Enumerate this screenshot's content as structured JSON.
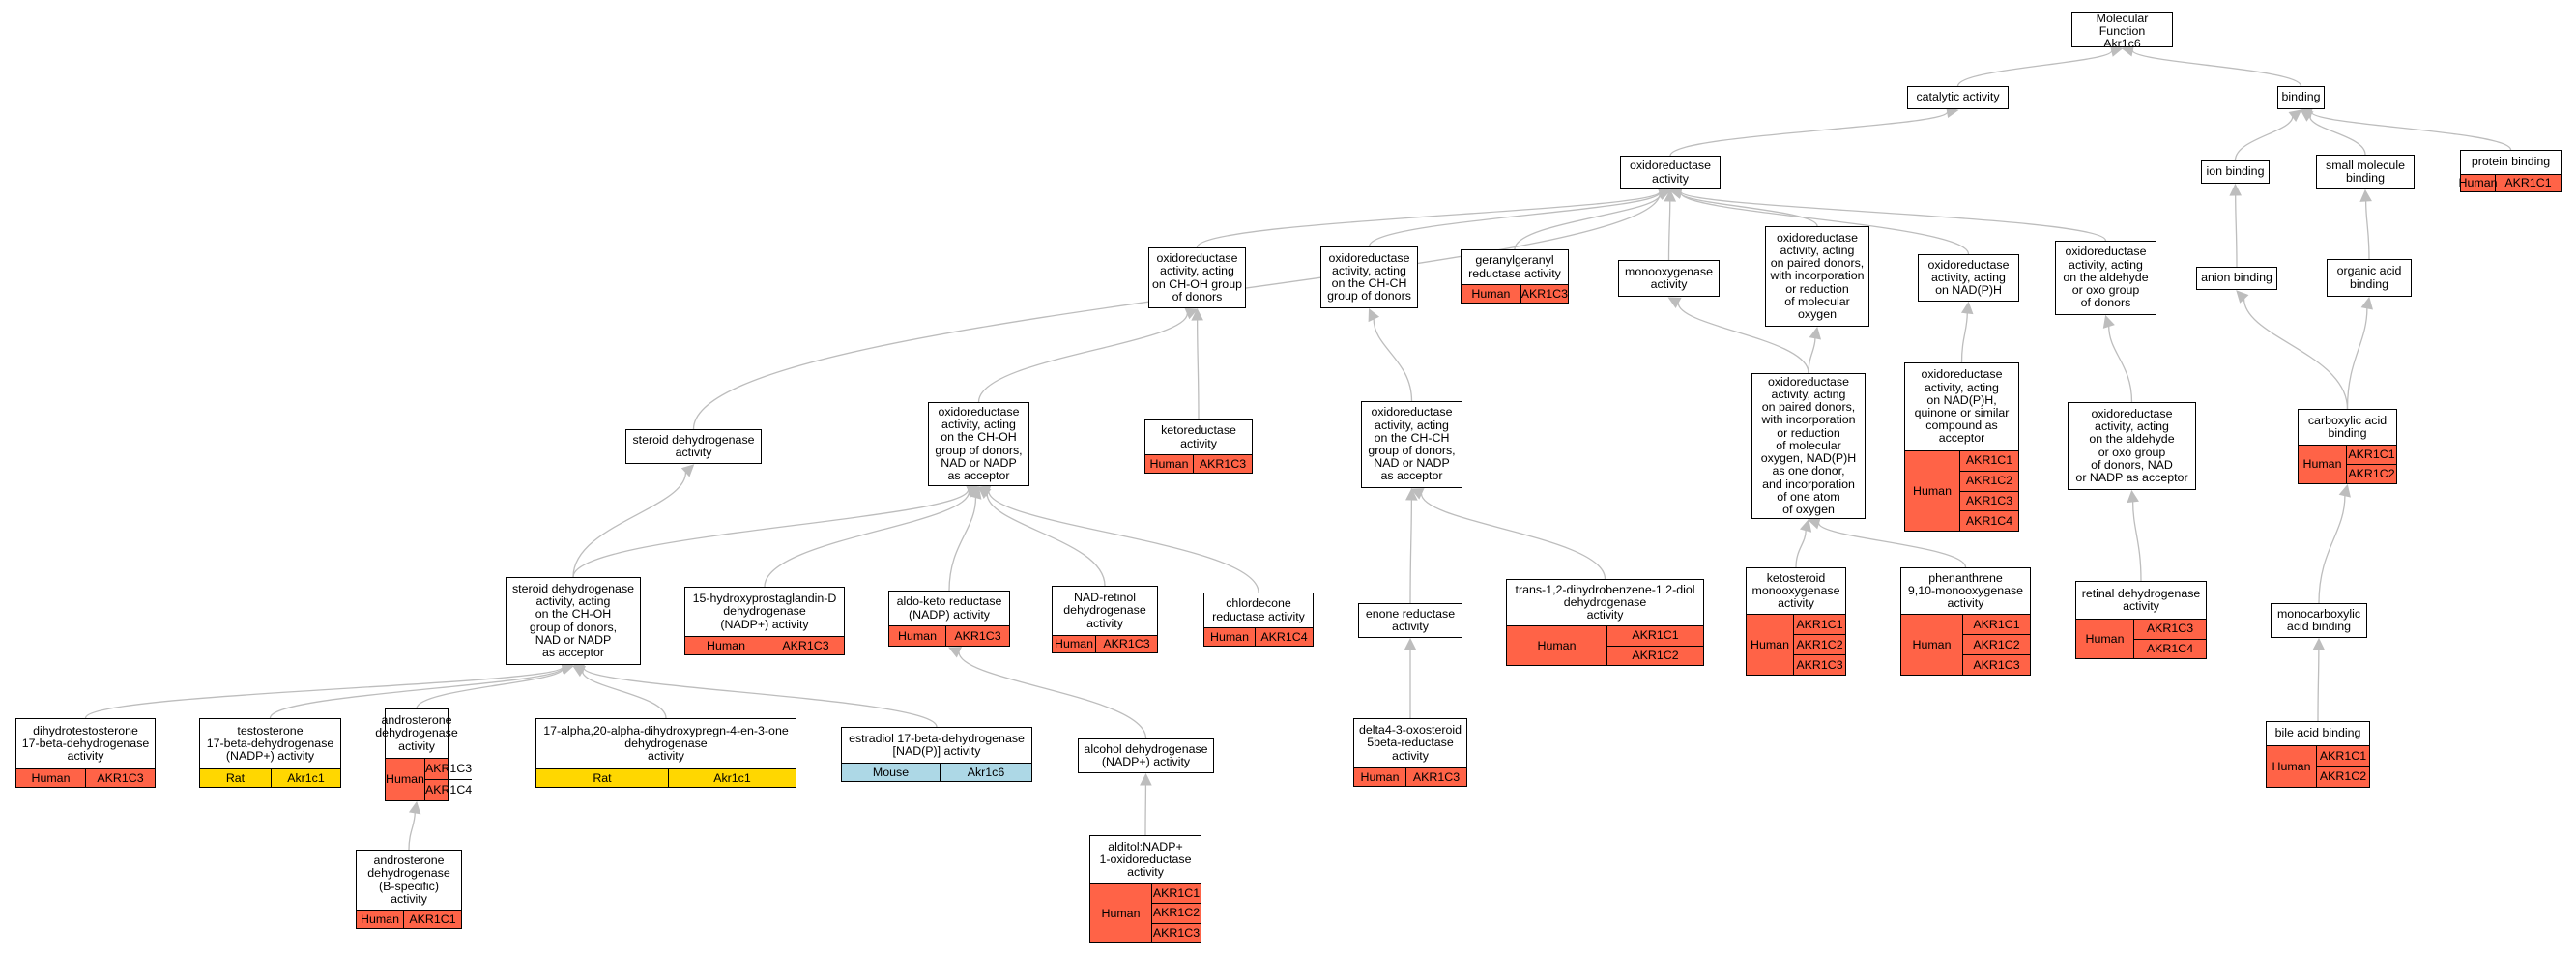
{
  "colors": {
    "edge": "#bdbdbd",
    "human": "#ff6347",
    "rat": "#ffd700",
    "mouse": "#add8e6"
  },
  "nodes": [
    {
      "id": "root",
      "label": "Molecular Function\nAkr1c6"
    },
    {
      "id": "catalytic",
      "label": "catalytic activity"
    },
    {
      "id": "binding",
      "label": "binding"
    },
    {
      "id": "oxido",
      "label": "oxidoreductase\nactivity"
    },
    {
      "id": "ion_binding",
      "label": "ion binding"
    },
    {
      "id": "small_mol",
      "label": "small molecule\nbinding"
    },
    {
      "id": "protein_binding",
      "label": "protein binding",
      "species": "Human",
      "genes": [
        "AKR1C1"
      ]
    },
    {
      "id": "choh",
      "label": "oxidoreductase\nactivity, acting\non CH-OH group\nof donors"
    },
    {
      "id": "chch",
      "label": "oxidoreductase\nactivity, acting\non the CH-CH\ngroup of donors"
    },
    {
      "id": "geranyl",
      "label": "geranylgeranyl\nreductase activity",
      "species": "Human",
      "genes": [
        "AKR1C3"
      ]
    },
    {
      "id": "monooxy",
      "label": "monooxygenase\nactivity"
    },
    {
      "id": "paired",
      "label": "oxidoreductase\nactivity, acting\non paired donors,\nwith incorporation\nor reduction\nof molecular\noxygen"
    },
    {
      "id": "nadph",
      "label": "oxidoreductase\nactivity, acting\non NAD(P)H"
    },
    {
      "id": "aldehyde",
      "label": "oxidoreductase\nactivity, acting\non the aldehyde\nor oxo group\nof donors"
    },
    {
      "id": "anion",
      "label": "anion binding"
    },
    {
      "id": "organic_acid",
      "label": "organic acid\nbinding"
    },
    {
      "id": "steroid_dh",
      "label": "steroid dehydrogenase\nactivity"
    },
    {
      "id": "choh_nad",
      "label": "oxidoreductase\nactivity, acting\non the CH-OH\ngroup of donors,\nNAD or NADP\nas acceptor"
    },
    {
      "id": "ketored",
      "label": "ketoreductase\nactivity",
      "species": "Human",
      "genes": [
        "AKR1C3"
      ]
    },
    {
      "id": "chch_nad",
      "label": "oxidoreductase\nactivity, acting\non the CH-CH\ngroup of donors,\nNAD or NADP\nas acceptor"
    },
    {
      "id": "paired_nadph",
      "label": "oxidoreductase\nactivity, acting\non paired donors,\nwith incorporation\nor reduction\nof molecular\noxygen, NAD(P)H\nas one donor,\nand incorporation\nof one atom\nof oxygen"
    },
    {
      "id": "quinone",
      "label": "oxidoreductase\nactivity, acting\non NAD(P)H,\nquinone or similar\ncompound as\nacceptor",
      "species": "Human",
      "genes": [
        "AKR1C1",
        "AKR1C2",
        "AKR1C3",
        "AKR1C4"
      ]
    },
    {
      "id": "aldehyde_nad",
      "label": "oxidoreductase\nactivity, acting\non the aldehyde\nor oxo group\nof donors, NAD\nor NADP as acceptor"
    },
    {
      "id": "carboxylic",
      "label": "carboxylic acid\nbinding",
      "species": "Human",
      "genes": [
        "AKR1C1",
        "AKR1C2"
      ]
    },
    {
      "id": "steroid_choh",
      "label": "steroid dehydrogenase\nactivity, acting\non the CH-OH\ngroup of donors,\nNAD or NADP\nas acceptor"
    },
    {
      "id": "hpgd",
      "label": "15-hydroxyprostaglandin-D\ndehydrogenase\n(NADP+) activity",
      "species": "Human",
      "genes": [
        "AKR1C3"
      ]
    },
    {
      "id": "aldoketo",
      "label": "aldo-keto reductase\n(NADP) activity",
      "species": "Human",
      "genes": [
        "AKR1C3"
      ]
    },
    {
      "id": "nadretinol",
      "label": "NAD-retinol\ndehydrogenase\nactivity",
      "species": "Human",
      "genes": [
        "AKR1C3"
      ]
    },
    {
      "id": "chlordecone",
      "label": "chlordecone\nreductase activity",
      "species": "Human",
      "genes": [
        "AKR1C4"
      ]
    },
    {
      "id": "enone",
      "label": "enone reductase\nactivity"
    },
    {
      "id": "trans_diol",
      "label": "trans-1,2-dihydrobenzene-1,2-diol\ndehydrogenase\nactivity",
      "species": "Human",
      "genes": [
        "AKR1C1",
        "AKR1C2"
      ]
    },
    {
      "id": "ketosteroid",
      "label": "ketosteroid\nmonooxygenase\nactivity",
      "species": "Human",
      "genes": [
        "AKR1C1",
        "AKR1C2",
        "AKR1C3"
      ]
    },
    {
      "id": "phenanthrene",
      "label": "phenanthrene\n9,10-monooxygenase\nactivity",
      "species": "Human",
      "genes": [
        "AKR1C1",
        "AKR1C2",
        "AKR1C3"
      ]
    },
    {
      "id": "retinal_dh",
      "label": "retinal dehydrogenase\nactivity",
      "species": "Human",
      "genes": [
        "AKR1C3",
        "AKR1C4"
      ]
    },
    {
      "id": "monocarbox",
      "label": "monocarboxylic\nacid binding"
    },
    {
      "id": "dht",
      "label": "dihydrotestosterone\n17-beta-dehydrogenase\nactivity",
      "species": "Human",
      "genes": [
        "AKR1C3"
      ]
    },
    {
      "id": "testosterone",
      "label": "testosterone\n17-beta-dehydrogenase\n(NADP+) activity",
      "species": "Rat",
      "genes": [
        "Akr1c1"
      ]
    },
    {
      "id": "androsterone",
      "label": "androsterone\ndehydrogenase\nactivity",
      "species": "Human",
      "genes": [
        "AKR1C3",
        "AKR1C4"
      ]
    },
    {
      "id": "dihydroxypreg",
      "label": "17-alpha,20-alpha-dihydroxypregn-4-en-3-one\ndehydrogenase\nactivity",
      "species": "Rat",
      "genes": [
        "Akr1c1"
      ]
    },
    {
      "id": "estradiol",
      "label": "estradiol 17-beta-dehydrogenase\n[NAD(P)] activity",
      "species": "Mouse",
      "genes": [
        "Akr1c6"
      ]
    },
    {
      "id": "alcohol_dh",
      "label": "alcohol dehydrogenase\n(NADP+) activity"
    },
    {
      "id": "delta4",
      "label": "delta4-3-oxosteroid\n5beta-reductase\nactivity",
      "species": "Human",
      "genes": [
        "AKR1C3"
      ]
    },
    {
      "id": "bile",
      "label": "bile acid binding",
      "species": "Human",
      "genes": [
        "AKR1C1",
        "AKR1C2"
      ]
    },
    {
      "id": "andro_b",
      "label": "androsterone\ndehydrogenase\n(B-specific)\nactivity",
      "species": "Human",
      "genes": [
        "AKR1C1"
      ]
    },
    {
      "id": "alditol",
      "label": "alditol:NADP+\n1-oxidoreductase\nactivity",
      "species": "Human",
      "genes": [
        "AKR1C1",
        "AKR1C2",
        "AKR1C3"
      ]
    }
  ],
  "edges": [
    [
      "catalytic",
      "root"
    ],
    [
      "binding",
      "root"
    ],
    [
      "oxido",
      "catalytic"
    ],
    [
      "ion_binding",
      "binding"
    ],
    [
      "small_mol",
      "binding"
    ],
    [
      "protein_binding",
      "binding"
    ],
    [
      "choh",
      "oxido"
    ],
    [
      "chch",
      "oxido"
    ],
    [
      "geranyl",
      "oxido"
    ],
    [
      "monooxy",
      "oxido"
    ],
    [
      "paired",
      "oxido"
    ],
    [
      "nadph",
      "oxido"
    ],
    [
      "aldehyde",
      "oxido"
    ],
    [
      "steroid_dh",
      "oxido"
    ],
    [
      "anion",
      "ion_binding"
    ],
    [
      "organic_acid",
      "small_mol"
    ],
    [
      "choh_nad",
      "choh"
    ],
    [
      "ketored",
      "choh"
    ],
    [
      "chch_nad",
      "chch"
    ],
    [
      "paired_nadph",
      "monooxy"
    ],
    [
      "paired_nadph",
      "paired"
    ],
    [
      "quinone",
      "nadph"
    ],
    [
      "aldehyde_nad",
      "aldehyde"
    ],
    [
      "carboxylic",
      "anion"
    ],
    [
      "carboxylic",
      "organic_acid"
    ],
    [
      "steroid_choh",
      "steroid_dh"
    ],
    [
      "steroid_choh",
      "choh_nad"
    ],
    [
      "hpgd",
      "choh_nad"
    ],
    [
      "aldoketo",
      "choh_nad"
    ],
    [
      "nadretinol",
      "choh_nad"
    ],
    [
      "chlordecone",
      "choh_nad"
    ],
    [
      "enone",
      "chch_nad"
    ],
    [
      "trans_diol",
      "chch_nad"
    ],
    [
      "ketosteroid",
      "paired_nadph"
    ],
    [
      "phenanthrene",
      "paired_nadph"
    ],
    [
      "retinal_dh",
      "aldehyde_nad"
    ],
    [
      "monocarbox",
      "carboxylic"
    ],
    [
      "dht",
      "steroid_choh"
    ],
    [
      "testosterone",
      "steroid_choh"
    ],
    [
      "androsterone",
      "steroid_choh"
    ],
    [
      "dihydroxypreg",
      "steroid_choh"
    ],
    [
      "estradiol",
      "steroid_choh"
    ],
    [
      "alcohol_dh",
      "aldoketo"
    ],
    [
      "delta4",
      "enone"
    ],
    [
      "bile",
      "monocarbox"
    ],
    [
      "andro_b",
      "androsterone"
    ],
    [
      "alditol",
      "alcohol_dh"
    ]
  ]
}
